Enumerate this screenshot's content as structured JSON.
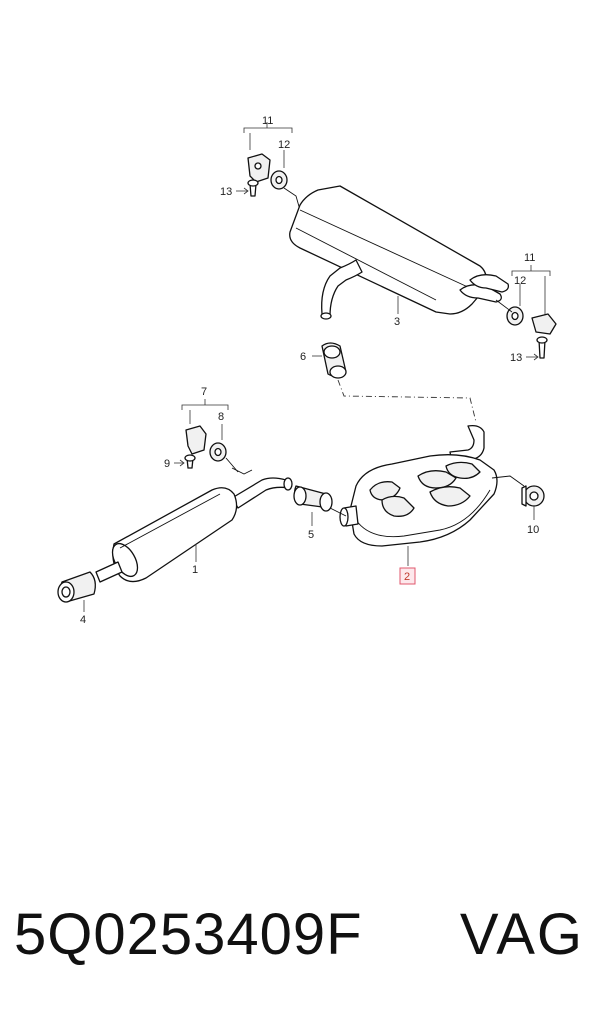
{
  "diagram": {
    "callouts": {
      "c1": "1",
      "c2": "2",
      "c3": "3",
      "c4": "4",
      "c5": "5",
      "c6": "6",
      "c7": "7",
      "c8": "8",
      "c9": "9",
      "c10": "10",
      "c11a": "11",
      "c11b": "11",
      "c12a": "12",
      "c12b": "12",
      "c13a": "13",
      "c13b": "13"
    },
    "highlight_color": "#e0576c"
  },
  "footer": {
    "part_number": "5Q0253409F",
    "brand": "VAG"
  }
}
